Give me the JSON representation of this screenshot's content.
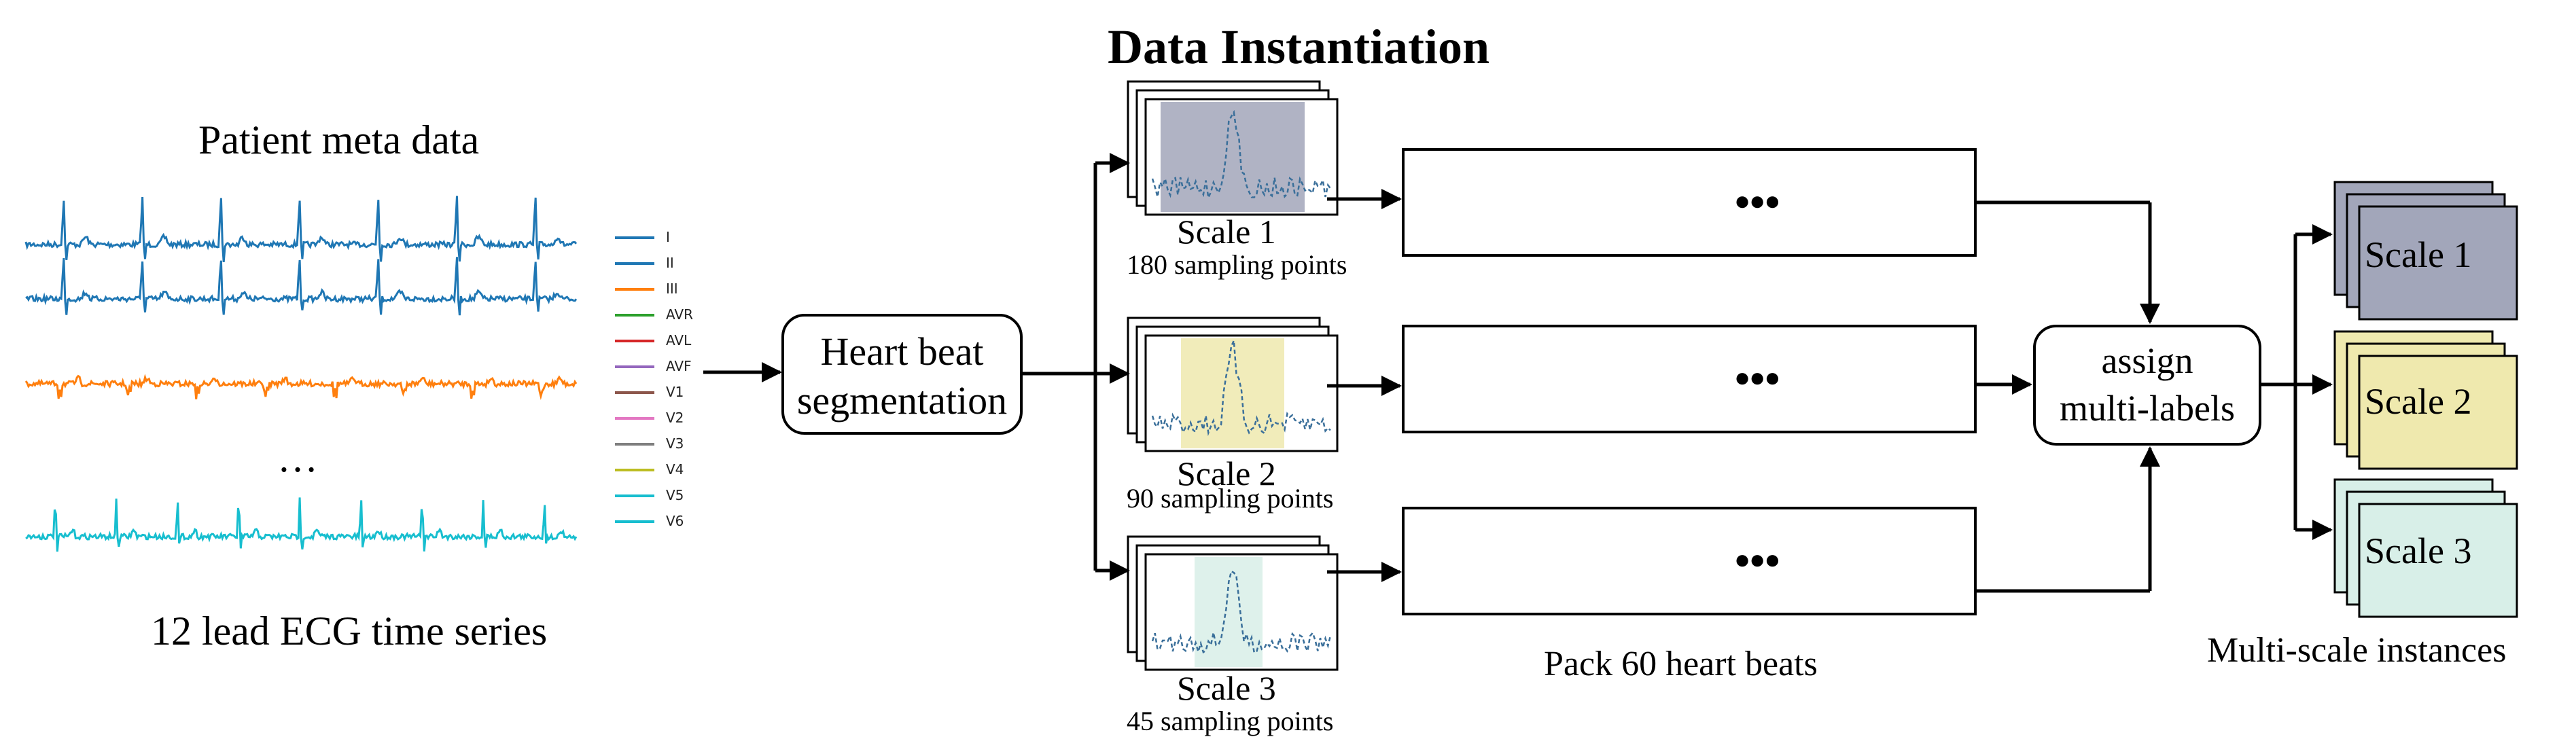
{
  "title": "Data Instantiation",
  "input": {
    "meta_label": "Patient meta data",
    "series_label": "12 lead ECG time series",
    "ellipsis": "…",
    "legend": [
      {
        "name": "I",
        "color": "#1f77b4"
      },
      {
        "name": "II",
        "color": "#1f77b4"
      },
      {
        "name": "III",
        "color": "#ff7f0e"
      },
      {
        "name": "AVR",
        "color": "#2ca02c"
      },
      {
        "name": "AVL",
        "color": "#d62728"
      },
      {
        "name": "AVF",
        "color": "#9467bd"
      },
      {
        "name": "V1",
        "color": "#8c564b"
      },
      {
        "name": "V2",
        "color": "#e377c2"
      },
      {
        "name": "V3",
        "color": "#7f7f7f"
      },
      {
        "name": "V4",
        "color": "#bcbd22"
      },
      {
        "name": "V5",
        "color": "#17becf"
      },
      {
        "name": "V6",
        "color": "#17becf"
      }
    ]
  },
  "segmentation": {
    "line1": "Heart beat",
    "line2": "segmentation"
  },
  "scales": [
    {
      "name": "Scale 1",
      "points": "180 sampling points",
      "color": "#a2a6ba"
    },
    {
      "name": "Scale 2",
      "points": "90 sampling points",
      "color": "#efe9ae"
    },
    {
      "name": "Scale 3",
      "points": "45 sampling points",
      "color": "#d8efe8"
    }
  ],
  "pack_label": "Pack 60 heart beats",
  "dots": "●●●",
  "assign": {
    "line1": "assign",
    "line2": "multi-labels"
  },
  "output_label": "Multi-scale instances",
  "colors": {
    "ecg_blue": "#1f77b4",
    "ecg_orange": "#ff7f0e",
    "ecg_cyan": "#17becf",
    "plot_line": "#3a6f9a"
  }
}
